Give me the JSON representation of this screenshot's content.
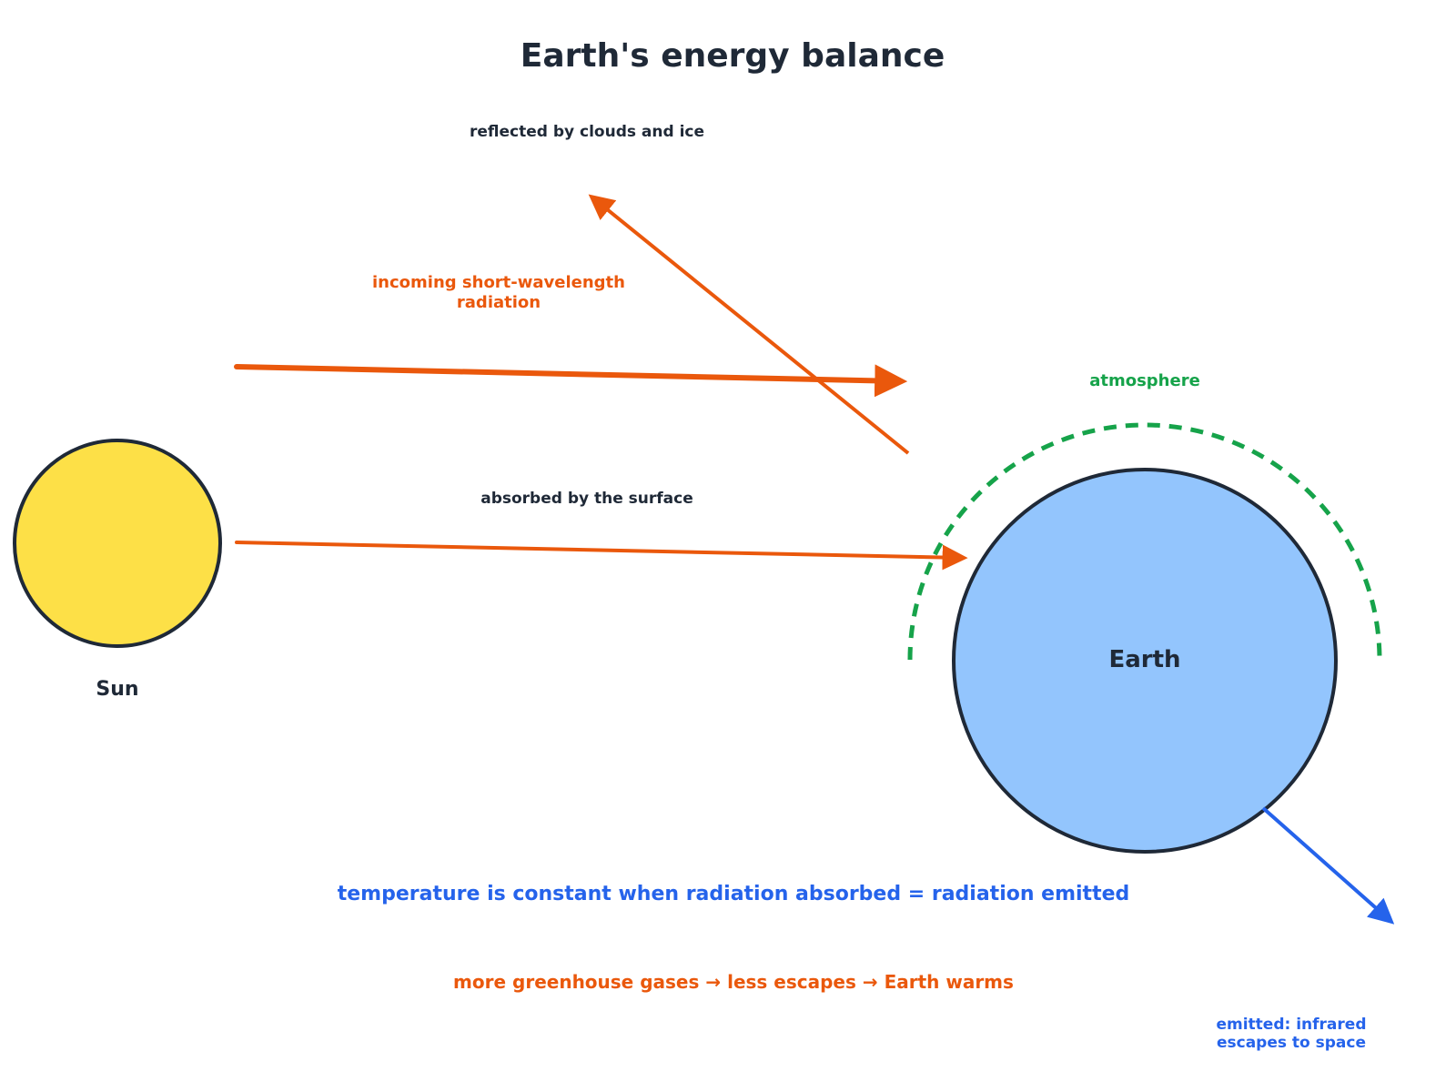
{
  "title": "Earth's energy balance",
  "sun": {
    "label": "Sun",
    "fill": "#FDE047",
    "stroke": "#1F2937"
  },
  "earth": {
    "label": "Earth",
    "fill": "#93C5FD",
    "stroke": "#1F2937"
  },
  "atmosphere": {
    "label": "atmosphere",
    "color": "#16A34A"
  },
  "labels": {
    "reflected": "reflected by clouds and ice",
    "incoming_line1": "incoming short-wavelength",
    "incoming_line2": "radiation",
    "absorbed": "absorbed by the surface",
    "emitted_line1": "emitted: infrared",
    "emitted_line2": "escapes to space"
  },
  "statements": {
    "balance": "temperature is constant when  radiation absorbed = radiation emitted",
    "greenhouse": "more greenhouse gases → less escapes → Earth warms"
  },
  "colors": {
    "title": "#1F2937",
    "text_dark": "#1F2937",
    "incoming": "#EA580C",
    "emitted": "#2563EB",
    "atmosphere": "#16A34A"
  }
}
